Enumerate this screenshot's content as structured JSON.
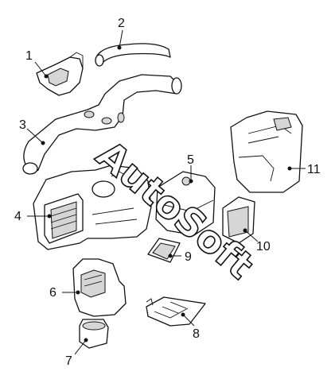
{
  "callouts": [
    "1",
    "2",
    "3",
    "4",
    "5",
    "6",
    "7",
    "8",
    "9",
    "10",
    "11"
  ],
  "watermark": "AutoSoft",
  "colors": {
    "line": "#111111",
    "background": "#ffffff",
    "shade": "#d6d6d6"
  }
}
